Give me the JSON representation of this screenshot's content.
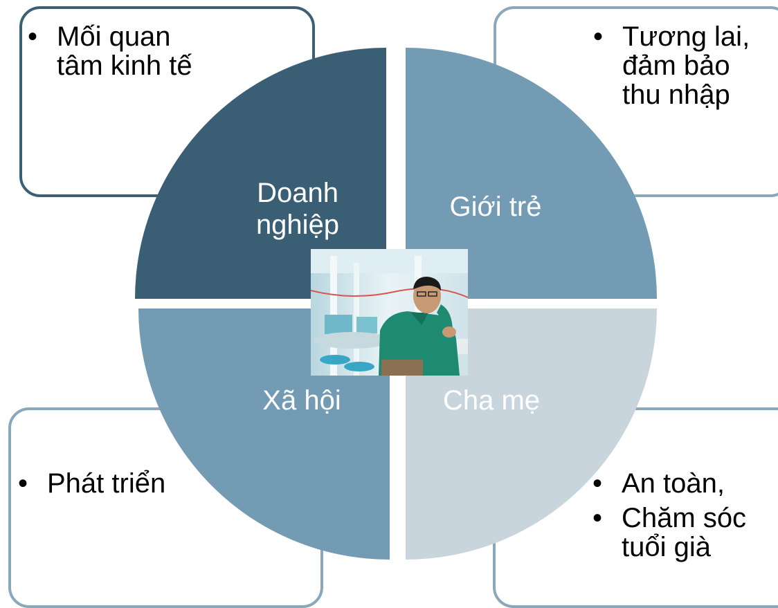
{
  "quadrants": {
    "top_left": {
      "label": "Doanh nghiệp",
      "color": "#3a5f75"
    },
    "top_right": {
      "label": "Giới trẻ",
      "color": "#739bb3"
    },
    "bottom_left": {
      "label": "Xã hội",
      "color": "#739bb3"
    },
    "bottom_right": {
      "label": "Cha mẹ",
      "color": "#c9d5dd"
    }
  },
  "boxes": {
    "top_left": {
      "items": [
        "Mối quan tâm kinh tế"
      ]
    },
    "top_right": {
      "items": [
        "Tương lai, đảm bảo thu nhập"
      ]
    },
    "bottom_left": {
      "items": [
        "Phát triển"
      ]
    },
    "bottom_right": {
      "items": [
        "An toàn,",
        "Chăm sóc tuổi già"
      ]
    }
  }
}
